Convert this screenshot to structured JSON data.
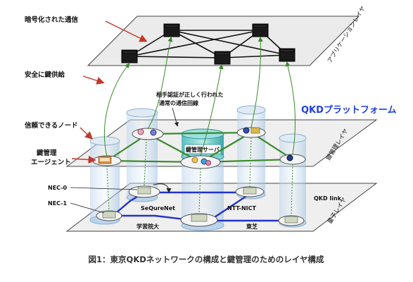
{
  "labels": {
    "encrypted_comm": "暗号化された通信",
    "safe_key_supply": "安全に鍵供給",
    "mutual_auth": "相手認証が正しく行われた",
    "normal_line": "通常の通信回線",
    "trusted_node": "信頼できるノード",
    "key_mgmt": "鍵管理",
    "agent": "エージェント",
    "key_server": "鍵管理サーバ",
    "qkd_platform": "QKDプラットフォーム",
    "app_layer": "アプリケーションレイヤ",
    "key_layer": "鍵管理レイヤ",
    "quantum_layer": "量子レイヤ",
    "qkd_link": "QKD link",
    "nec0": "NEC-0",
    "nec1": "NEC-1",
    "sequrenet": "SeQureNet",
    "ntt_nict": "NTT-NICT",
    "gakushuin": "学習院大",
    "toshiba": "東芝"
  },
  "caption": "図1：東京QKDネットワークの構成と鍵管理のためのレイヤ構成",
  "colors": {
    "green_line": "#3a8a2a",
    "blue_link": "#2233cc",
    "qkd_title": "#1f3fd6",
    "arrow_red": "#c0392b"
  }
}
